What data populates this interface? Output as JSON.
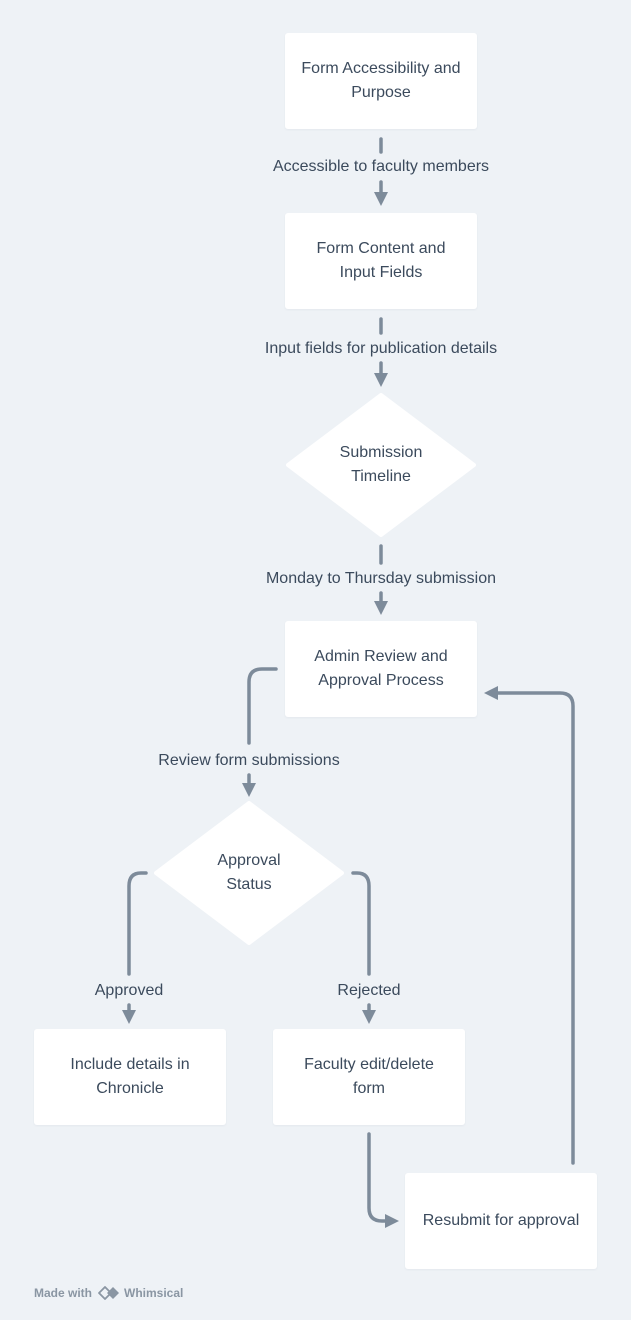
{
  "nodes": {
    "form_accessibility": "Form Accessibility and Purpose",
    "form_content": "Form Content and Input Fields",
    "submission_timeline": "Submission Timeline",
    "admin_review": "Admin Review and Approval Process",
    "approval_status": "Approval Status",
    "include_details": "Include details in Chronicle",
    "faculty_edit": "Faculty edit/delete form",
    "resubmit": "Resubmit for approval"
  },
  "edges": {
    "accessible": "Accessible to faculty members",
    "input_fields": "Input fields for publication details",
    "monday_thursday": "Monday to Thursday submission",
    "review_submissions": "Review form submissions",
    "approved": "Approved",
    "rejected": "Rejected"
  },
  "footer": {
    "made_with": "Made with",
    "brand": "Whimsical"
  },
  "colors": {
    "background": "#eef2f6",
    "node_fill": "#ffffff",
    "connector": "#7d8b9a",
    "text": "#3b4a5c"
  }
}
